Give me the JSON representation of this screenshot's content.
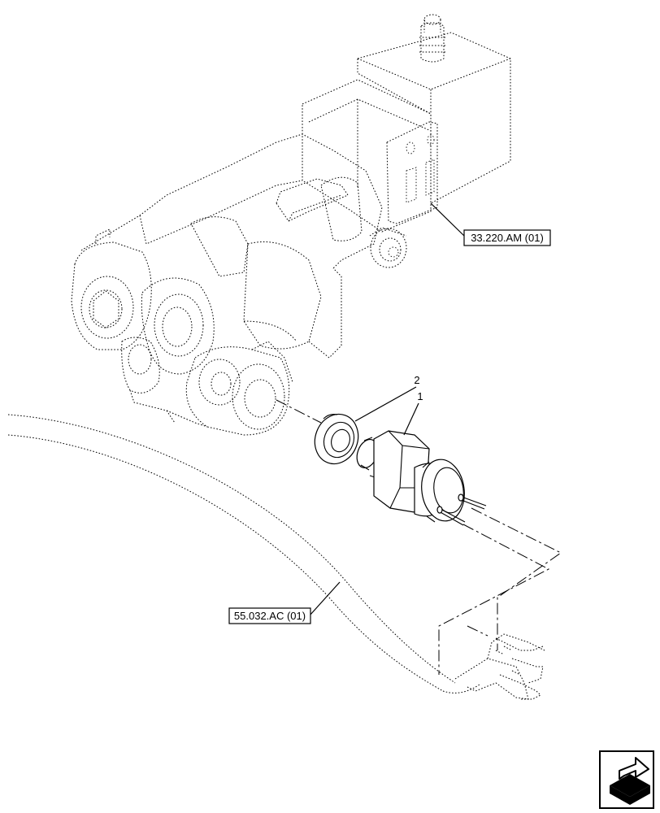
{
  "references": {
    "ref_valve_block": "33.220.AM (01)",
    "ref_harness": "55.032.AC (01)"
  },
  "callouts": {
    "item_1": "1",
    "item_2": "2"
  },
  "icons": {
    "nav": "next-page-arrow-icon"
  }
}
